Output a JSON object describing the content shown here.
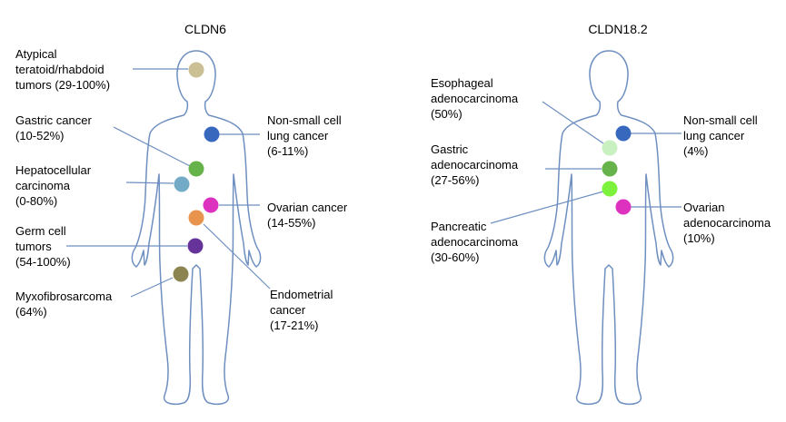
{
  "panels": [
    {
      "title": "CLDN6",
      "labels": [
        {
          "lines": [
            "Atypical",
            "teratoid/rhabdoid",
            "tumors (29-100%)"
          ],
          "color": "#cbbf96"
        },
        {
          "lines": [
            "Gastric cancer",
            "(10-52%)"
          ],
          "color": "#66b34c"
        },
        {
          "lines": [
            "Hepatocellular",
            "carcinoma",
            "(0-80%)"
          ],
          "color": "#73abc7"
        },
        {
          "lines": [
            "Germ cell",
            "tumors",
            "(54-100%)"
          ],
          "color": "#66339a"
        },
        {
          "lines": [
            "Myxofibrosarcoma",
            "(64%)"
          ],
          "color": "#8c8551"
        },
        {
          "lines": [
            "Non-small cell",
            "lung cancer",
            "(6-11%)"
          ],
          "color": "#3768be"
        },
        {
          "lines": [
            "Ovarian cancer",
            "(14-55%)"
          ],
          "color": "#dc32bf"
        },
        {
          "lines": [
            "Endometrial",
            "cancer",
            "(17-21%)"
          ],
          "color": "#e8944e"
        }
      ]
    },
    {
      "title": "CLDN18.2",
      "labels": [
        {
          "lines": [
            "Esophageal",
            "adenocarcinoma",
            "(50%)"
          ],
          "color": "#c9f0c0"
        },
        {
          "lines": [
            "Gastric",
            "adenocarcinoma",
            "(27-56%)"
          ],
          "color": "#66b34c"
        },
        {
          "lines": [
            "Pancreatic",
            "adenocarcinoma",
            "(30-60%)"
          ],
          "color": "#7df23c"
        },
        {
          "lines": [
            "Non-small cell",
            "lung cancer",
            "(4%)"
          ],
          "color": "#3768be"
        },
        {
          "lines": [
            "Ovarian",
            "adenocarcinoma",
            "(10%)"
          ],
          "color": "#dc32bf"
        }
      ]
    }
  ],
  "colors": {
    "outline": "#6e8fc0",
    "leader": "#6e8fc0",
    "text": "#1a1a1a"
  }
}
